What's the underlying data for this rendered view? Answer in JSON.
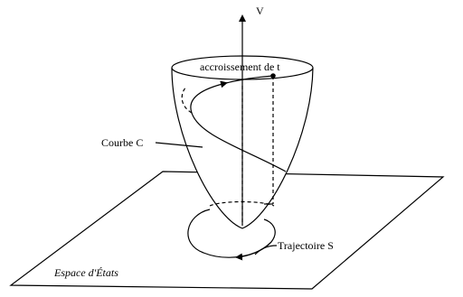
{
  "labels": {
    "axis_v": "V",
    "increment": "accroissement de t",
    "curve": "Courbe C",
    "trajectory": "Trajectoire S",
    "state_space": "Espace d'États"
  }
}
